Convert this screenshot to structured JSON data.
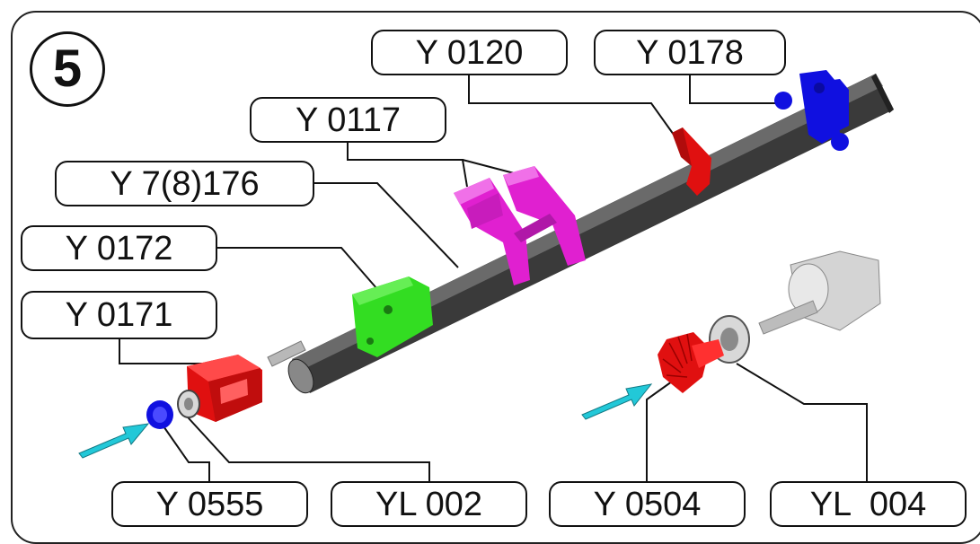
{
  "step_number": "5",
  "labels": {
    "y0120": "Y 0120",
    "y0178": "Y 0178",
    "y0117": "Y 0117",
    "y7176": "Y 7(8)176",
    "y0172": "Y 0172",
    "y0171": "Y 0171",
    "y0555": "Y 0555",
    "yl002": "YL 002",
    "y0504": "Y 0504",
    "yl004": "YL  004"
  },
  "colors": {
    "shaft": "#3a3a3a",
    "magenta": "#e020d0",
    "green": "#33dd22",
    "red": "#e01010",
    "blue": "#1010e0",
    "cyan": "#22c8d8",
    "gray": "#cfcfcf"
  }
}
